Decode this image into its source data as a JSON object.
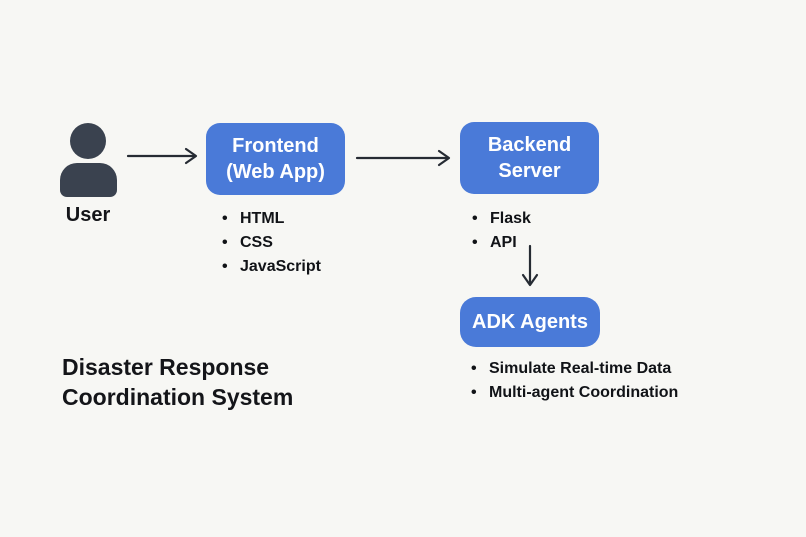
{
  "canvas": {
    "background_color": "#f7f7f4"
  },
  "colors": {
    "node_fill": "#4a7ad8",
    "node_text": "#ffffff",
    "person_icon": "#3a424f",
    "arrow": "#262b33",
    "text": "#141519"
  },
  "actor": {
    "label": "User"
  },
  "nodes": {
    "frontend": {
      "title_line1": "Frontend",
      "title_line2": "(Web App)",
      "bullets": [
        "HTML",
        "CSS",
        "JavaScript"
      ]
    },
    "backend": {
      "title_line1": "Backend",
      "title_line2": "Server",
      "bullets": [
        "Flask",
        "API"
      ]
    },
    "adk": {
      "title": "ADK Agents",
      "bullets": [
        "Simulate Real-time Data",
        "Multi-agent Coordination"
      ]
    }
  },
  "caption": {
    "line1": "Disaster Response",
    "line2": "Coordination System"
  },
  "bullet_glyph": "•"
}
